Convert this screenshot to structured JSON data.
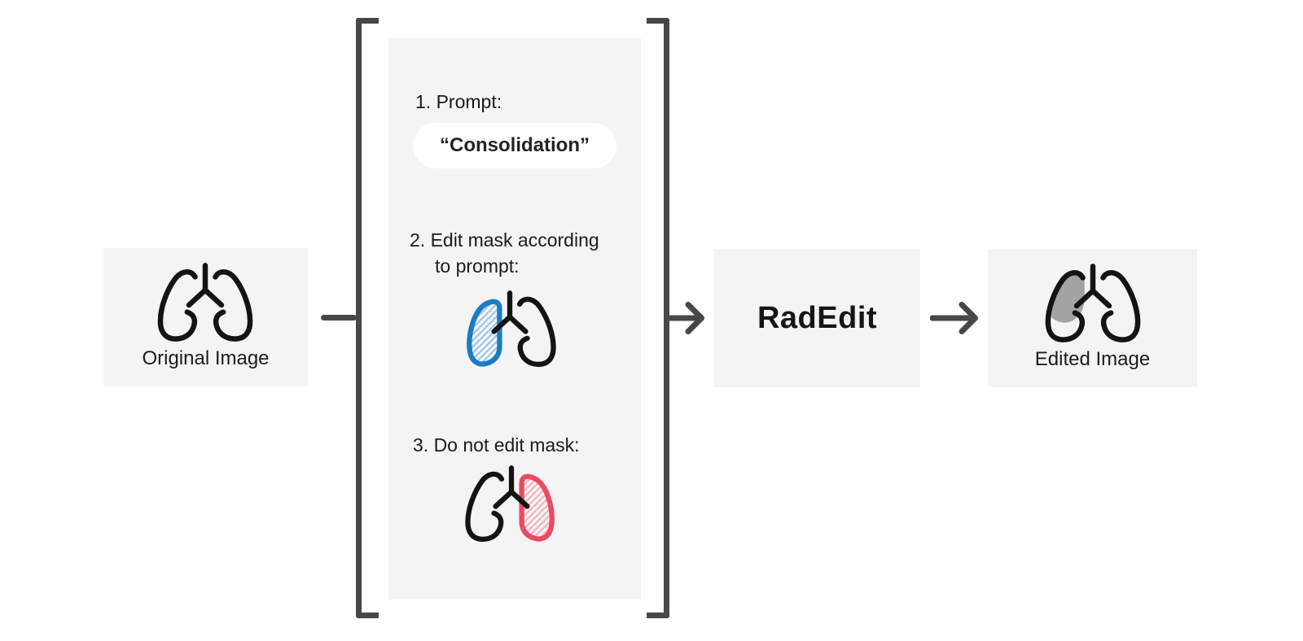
{
  "diagram": {
    "boxes": {
      "original": {
        "label": "Original Image"
      },
      "model": {
        "label": "RadEdit"
      },
      "edited": {
        "label": "Edited Image"
      }
    },
    "instruction_panel": {
      "step1_label": "1. Prompt:",
      "prompt_pill": "“Consolidation”",
      "step2_line1": "2. Edit mask according",
      "step2_line2": "to prompt:",
      "step3_label": "3. Do not edit mask:"
    },
    "icons": {
      "original_box": "lungs-icon",
      "edit_mask": "lungs-edit-mask-icon (left lobe hatched blue)",
      "do_not_edit_mask": "lungs-keep-mask-icon (right lobe hatched red)",
      "edited_box": "lungs-consolidation-icon (gray opacity in upper left lobe)"
    },
    "colors": {
      "edit_mask_blue": "#1B7CC4",
      "edit_mask_hatch": "#97C0E3",
      "keep_mask_red": "#E94B62",
      "keep_mask_hatch": "#F2AAB6",
      "consolidation_gray": "#A3A3A3",
      "line_dark": "#474747",
      "panel_bg": "#F4F4F4",
      "pill_bg": "#FFFFFF",
      "ink": "#141414"
    }
  }
}
